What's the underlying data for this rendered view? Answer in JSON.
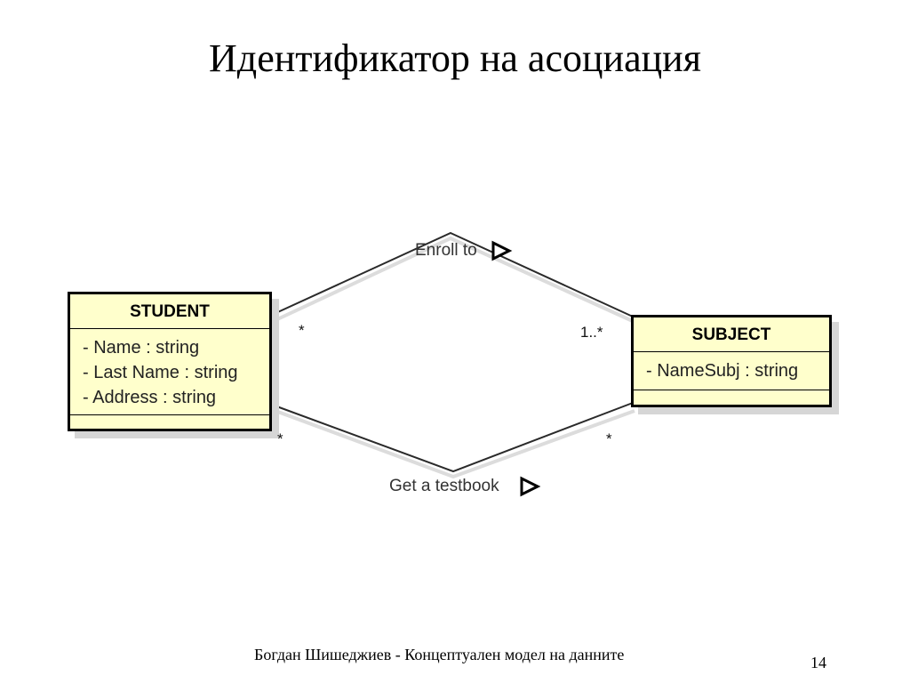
{
  "title": "Идентификатор на асоциация",
  "classes": {
    "student": {
      "name": "STUDENT",
      "attributes": [
        "- Name : string",
        "- Last Name : string",
        "- Address : string"
      ]
    },
    "subject": {
      "name": "SUBJECT",
      "attributes": [
        "- NameSubj : string"
      ]
    }
  },
  "associations": {
    "enroll": {
      "label": "Enroll to",
      "student_multiplicity": "*",
      "subject_multiplicity": "1..*"
    },
    "testbook": {
      "label": "Get a testbook",
      "student_multiplicity": "*",
      "subject_multiplicity": "*"
    }
  },
  "footer": {
    "text": "Богдан Шишеджиев - Концептуален модел на данните",
    "page_number": "14"
  },
  "colors": {
    "class_fill": "#ffffcc",
    "class_border": "#000000",
    "class_shadow": "#d6d6d6",
    "line": "#2a2a2a"
  }
}
